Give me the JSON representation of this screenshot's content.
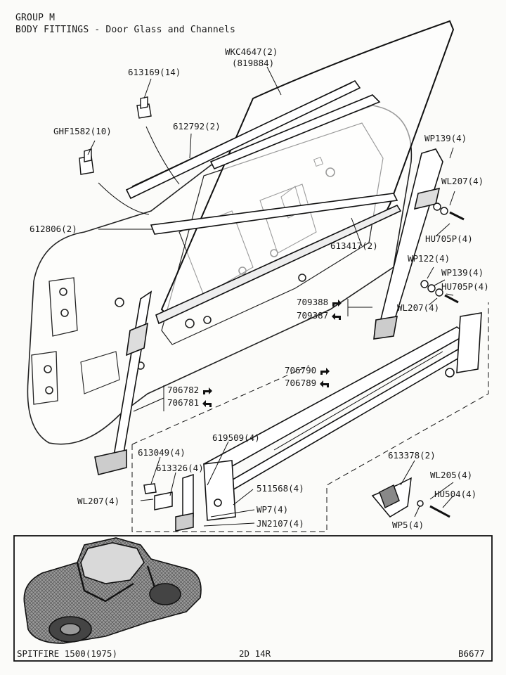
{
  "header": {
    "group": "GROUP M",
    "title": "BODY FITTINGS - Door Glass and Channels"
  },
  "labels": {
    "wkc4647": "WKC4647(2)",
    "p819884": "(819884)",
    "p613169": "613169(14)",
    "p612792": "612792(2)",
    "ghf1582": "GHF1582(10)",
    "p612806": "612806(2)",
    "p613417": "613417(2)",
    "wp139_top": "WP139(4)",
    "wl207_top": "WL207(4)",
    "hu705p_top": "HU705P(4)",
    "wp122": "WP122(4)",
    "wp139_mid": "WP139(4)",
    "hu705p_mid": "HU705P(4)",
    "wl207_mid": "WL207(4)",
    "p709388": "709388",
    "p709387": "709387",
    "p706790": "706790",
    "p706789": "706789",
    "p706782": "706782",
    "p706781": "706781",
    "p619509": "619509(4)",
    "p613049": "613049(4)",
    "p613326": "613326(4)",
    "wl207_low": "WL207(4)",
    "p511568": "511568(4)",
    "wp7": "WP7(4)",
    "jn2107": "JN2107(4)",
    "p613378": "613378(2)",
    "wl205": "WL205(4)",
    "hu504": "HU504(4)",
    "wp5": "WP5(4)"
  },
  "footer": {
    "model": "SPITFIRE 1500(1975)",
    "code": "2D 14R",
    "plate": "B6677"
  },
  "icons": {
    "right_arrow": "right-hand-arrow-icon",
    "left_arrow": "left-hand-arrow-icon"
  }
}
